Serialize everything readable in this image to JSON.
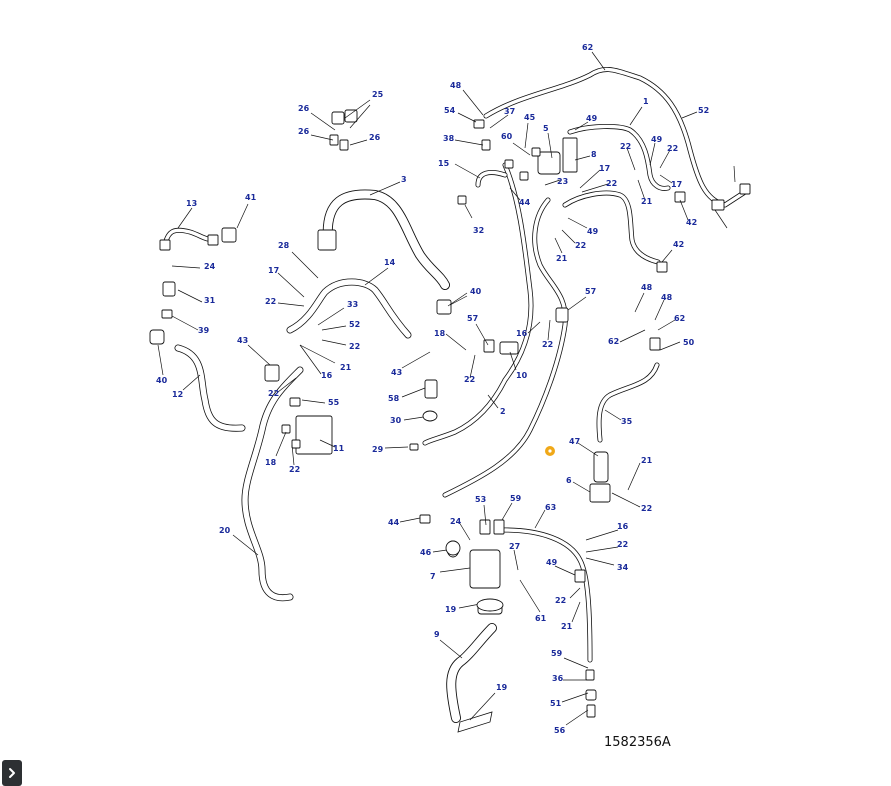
{
  "diagram": {
    "document_number": "1582356A",
    "callouts": [
      "62",
      "48",
      "1",
      "54",
      "37",
      "45",
      "52",
      "38",
      "60",
      "5",
      "49",
      "15",
      "8",
      "22",
      "49",
      "17",
      "22",
      "23",
      "17",
      "3",
      "44",
      "22",
      "21",
      "42",
      "26",
      "25",
      "26",
      "26",
      "41",
      "13",
      "32",
      "49",
      "22",
      "21",
      "42",
      "24",
      "28",
      "17",
      "14",
      "40",
      "31",
      "33",
      "22",
      "52",
      "39",
      "43",
      "22",
      "57",
      "18",
      "57",
      "16",
      "22",
      "21",
      "48",
      "48",
      "62",
      "50",
      "62",
      "40",
      "12",
      "16",
      "43",
      "22",
      "10",
      "22",
      "58",
      "55",
      "2",
      "35",
      "30",
      "11",
      "29",
      "18",
      "22",
      "47",
      "21",
      "6",
      "22",
      "20",
      "53",
      "59",
      "63",
      "24",
      "44",
      "16",
      "27",
      "46",
      "7",
      "49",
      "22",
      "34",
      "19",
      "22",
      "61",
      "21",
      "9",
      "59",
      "36",
      "19",
      "51",
      "56"
    ],
    "highlight_color": "#f0a818",
    "callout_color": "#1a2a9a"
  },
  "controls": {
    "expand_icon": "chevron-right-icon"
  }
}
